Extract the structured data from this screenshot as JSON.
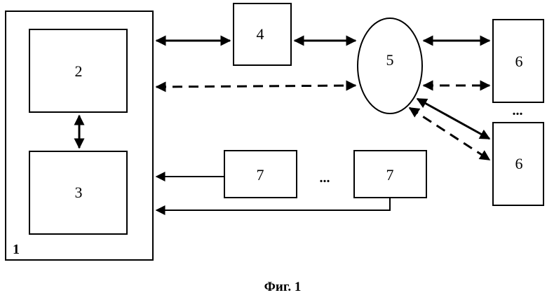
{
  "labels": {
    "block_1": "1",
    "block_2": "2",
    "block_3": "3",
    "block_4": "4",
    "node_5": "5",
    "block_6_top": "6",
    "block_6_bottom": "6",
    "block_7_left": "7",
    "block_7_right": "7",
    "ellipsis_7": "...",
    "ellipsis_6": "..."
  },
  "caption": "Фиг. 1"
}
